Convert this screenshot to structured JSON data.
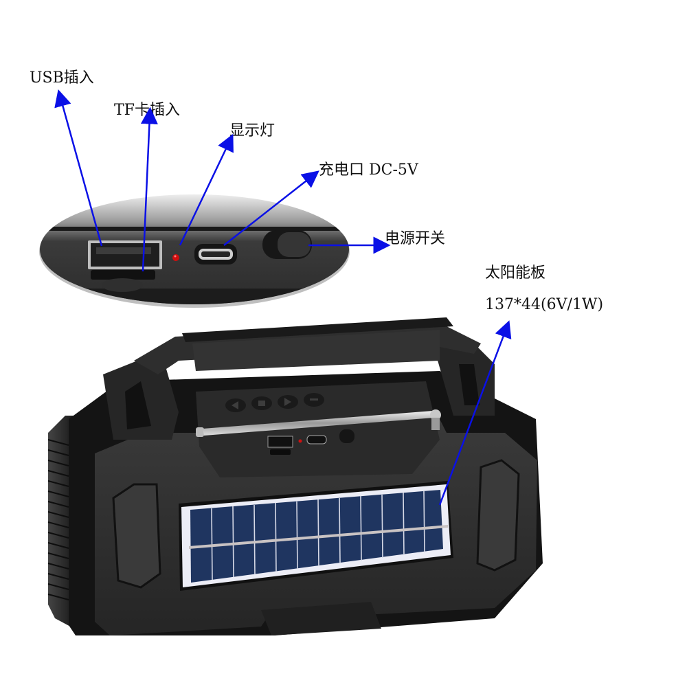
{
  "figure": {
    "title": "Solar radio speaker port callouts",
    "colors": {
      "arrow": "#0a10e6",
      "body": "#2b2b2b",
      "body_dark": "#151515",
      "panel_frame": "#ecedf6",
      "solar_cell": "#1f3560",
      "led": "#d10f0f",
      "background": "#ffffff"
    }
  },
  "callouts": {
    "usb": {
      "label": "USB插入"
    },
    "tf": {
      "label": "TF卡插入"
    },
    "indicator": {
      "label": "显示灯"
    },
    "charge": {
      "label": "充电口 DC-5V"
    },
    "power": {
      "label": "电源开关"
    },
    "solar_title": {
      "label": "太阳能板"
    },
    "solar_spec": {
      "label": "137*44(6V/1W)"
    }
  },
  "device": {
    "top_buttons": [
      "prev",
      "play-pause",
      "next",
      "mode"
    ],
    "ports": [
      "usb-port",
      "tf-slot",
      "indicator-led",
      "micro-usb-charge-port",
      "power-switch"
    ],
    "solar_panel": {
      "columns": 12,
      "rows": 2
    }
  }
}
